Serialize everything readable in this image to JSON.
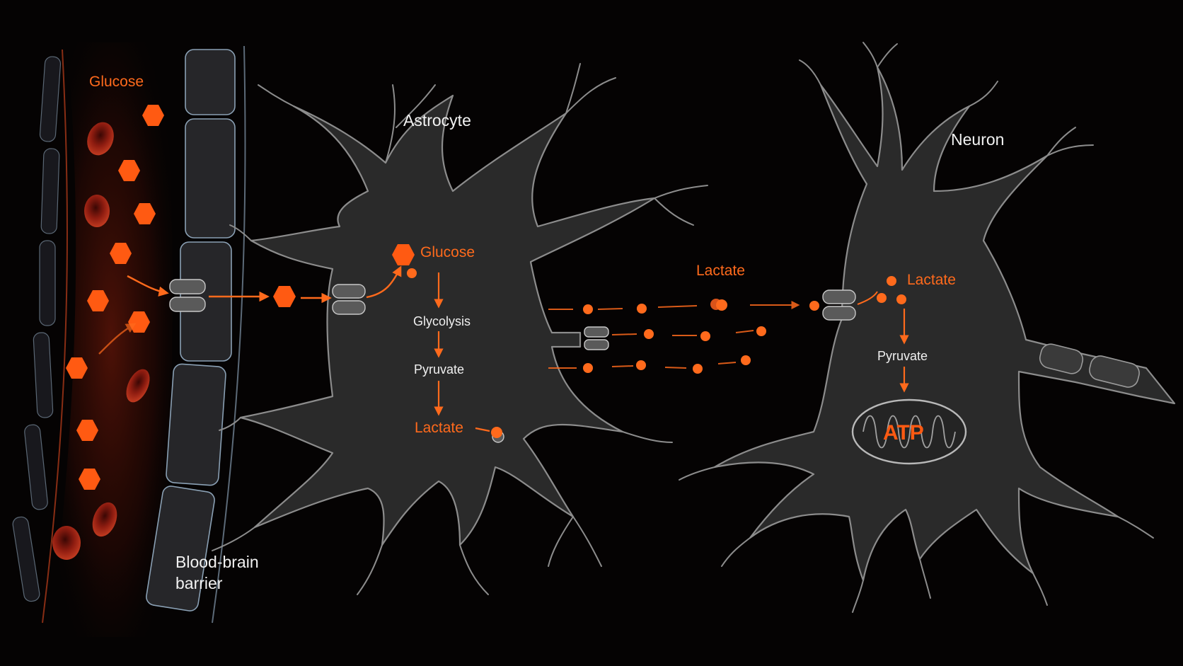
{
  "labels": {
    "glucose_vessel": "Glucose",
    "blood_brain_barrier_line1": "Blood-brain",
    "blood_brain_barrier_line2": "barrier",
    "astrocyte": "Astrocyte",
    "neuron": "Neuron",
    "astro_glucose": "Glucose",
    "astro_glycolysis": "Glycolysis",
    "astro_pyruvate": "Pyruvate",
    "astro_lactate": "Lactate",
    "shuttle_lactate": "Lactate",
    "neuron_lactate": "Lactate",
    "neuron_pyruvate": "Pyruvate",
    "atp": "ATP"
  },
  "colors": {
    "background": "#050303",
    "accent_orange": "#ff6a1c",
    "cell_fill": "#2b2b2b",
    "cell_edge": "#8a8a8a",
    "red_blood_cell": "#8a1a10"
  }
}
